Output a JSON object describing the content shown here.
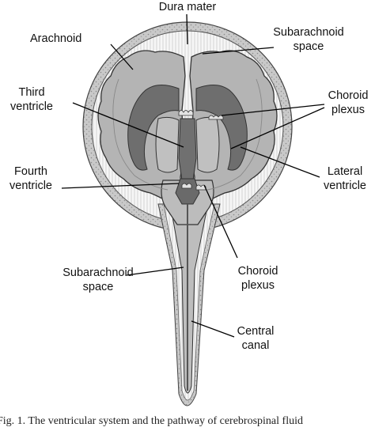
{
  "labels": {
    "dura_mater": "Dura mater",
    "arachnoid": "Arachnoid",
    "subarachnoid_space_top": [
      "Subarachnoid",
      "space"
    ],
    "third_ventricle": [
      "Third",
      "ventricle"
    ],
    "choroid_plexus_upper": [
      "Choroid",
      "plexus"
    ],
    "fourth_ventricle": [
      "Fourth",
      "ventricle"
    ],
    "lateral_ventricle": [
      "Lateral",
      "ventricle"
    ],
    "subarachnoid_space_bottom": [
      "Subarachnoid",
      "space"
    ],
    "choroid_plexus_lower": [
      "Choroid",
      "plexus"
    ],
    "central_canal": [
      "Central",
      "canal"
    ]
  },
  "caption": "Fig. 1.  The ventricular system and the pathway of cerebrospinal fluid",
  "colors": {
    "dura": "#c8c8c8",
    "subarachnoid": "#f4f4f4",
    "brain": "#b4b4b4",
    "ventricle": "#6e6e6e",
    "outline": "#333333",
    "leader": "#000000"
  }
}
